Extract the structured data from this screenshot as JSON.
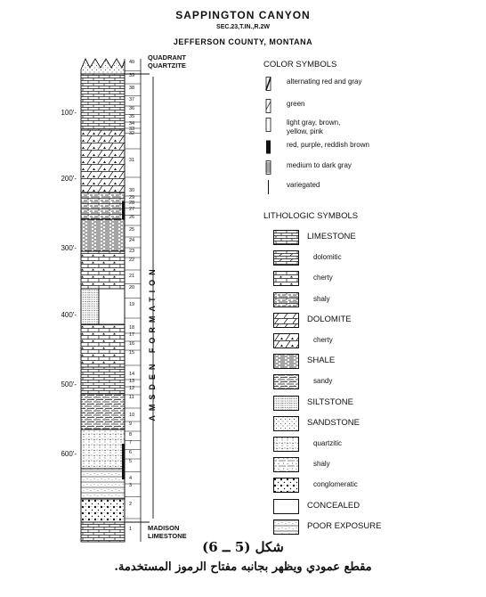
{
  "header": {
    "title": "SAPPINGTON CANYON",
    "location": "SEC.23,T.IN.,R.2W",
    "county": "JEFFERSON COUNTY, MONTANA"
  },
  "column": {
    "top_formation": [
      "QUADRANT",
      "QUARTZITE"
    ],
    "bottom_formation": [
      "MADISON",
      "LIMESTONE"
    ],
    "formation_name": "AMSDEN FORMATION",
    "depth_labels": [
      "100'-",
      "200'-",
      "300'-",
      "400'-",
      "500'-",
      "600'-"
    ],
    "unit_numbers": [
      "40",
      "39",
      "38",
      "37",
      "36",
      "35",
      "34",
      "33",
      "32",
      "31",
      "30",
      "29",
      "28",
      "27",
      "26",
      "25",
      "24",
      "23",
      "22",
      "21",
      "20",
      "19",
      "18",
      "17",
      "16",
      "15",
      "14",
      "13",
      "12",
      "11",
      "10",
      "9",
      "8",
      "7",
      "6",
      "5",
      "4",
      "3",
      "2",
      "1"
    ]
  },
  "color_symbols": {
    "heading": "COLOR SYMBOLS",
    "items": [
      {
        "label": [
          "alternating red and gray"
        ],
        "icon": "alternating-red-gray"
      },
      {
        "label": [
          "green"
        ],
        "icon": "green"
      },
      {
        "label": [
          "light gray, brown,",
          "yellow, pink"
        ],
        "icon": "light-colors"
      },
      {
        "label": [
          "red, purple, reddish brown"
        ],
        "icon": "red-purple"
      },
      {
        "label": [
          "medium to dark gray"
        ],
        "icon": "medium-dark-gray"
      },
      {
        "label": [
          "variegated"
        ],
        "icon": "variegated"
      }
    ]
  },
  "lithologic_symbols": {
    "heading": "LITHOLOGIC SYMBOLS",
    "items": [
      {
        "label": "LIMESTONE",
        "pattern": "limestone",
        "main": true
      },
      {
        "label": "dolomitic",
        "pattern": "limestone-dolomitic",
        "main": false
      },
      {
        "label": "cherty",
        "pattern": "limestone-cherty",
        "main": false
      },
      {
        "label": "shaly",
        "pattern": "limestone-shaly",
        "main": false
      },
      {
        "label": "DOLOMITE",
        "pattern": "dolomite",
        "main": true
      },
      {
        "label": "cherty",
        "pattern": "dolomite-cherty",
        "main": false
      },
      {
        "label": "SHALE",
        "pattern": "shale",
        "main": true
      },
      {
        "label": "sandy",
        "pattern": "shale-sandy",
        "main": false
      },
      {
        "label": "SILTSTONE",
        "pattern": "siltstone",
        "main": true
      },
      {
        "label": "SANDSTONE",
        "pattern": "sandstone",
        "main": true
      },
      {
        "label": "quartzitic",
        "pattern": "sandstone-quartzitic",
        "main": false
      },
      {
        "label": "shaly",
        "pattern": "sandstone-shaly",
        "main": false
      },
      {
        "label": "conglomeratic",
        "pattern": "conglomeratic",
        "main": false
      },
      {
        "label": "CONCEALED",
        "pattern": "concealed",
        "main": true
      },
      {
        "label": "POOR EXPOSURE",
        "pattern": "poor-exposure",
        "main": true
      }
    ]
  },
  "caption": {
    "figure_number": "شكل (5 ــ 6)",
    "text": "مقطع عمودي ويظهر بجانبه مفتاح الرموز المستخدمة."
  }
}
